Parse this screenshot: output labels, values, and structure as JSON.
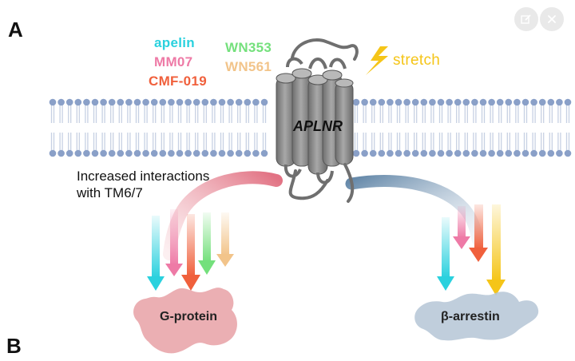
{
  "panels": {
    "a": "A",
    "b": "B"
  },
  "ligands": {
    "apelin": {
      "label": "apelin",
      "color": "#2ad1de"
    },
    "mm07": {
      "label": "MM07",
      "color": "#ee7aa6"
    },
    "cmf019": {
      "label": "CMF-019",
      "color": "#f0603c"
    },
    "wn353": {
      "label": "WN353",
      "color": "#74e07c"
    },
    "wn561": {
      "label": "WN561",
      "color": "#f2c48a"
    },
    "stretch": {
      "label": "stretch",
      "color": "#f5c518"
    }
  },
  "receptor": {
    "label": "APLNR"
  },
  "note": {
    "line1": "Increased interactions",
    "line2": "with TM6/7"
  },
  "effectors": {
    "gprotein": "G-protein",
    "arrestin": "β-arrestin"
  },
  "colors": {
    "lipid_head": "#8aa0c8",
    "lipid_tail": "#c7d1e3",
    "helix": "#8c8c8c",
    "gprotein_blob": "#e8a1a6",
    "arrestin_blob": "#b5c6d6"
  },
  "icons": [
    "lightning-bolt-icon",
    "edit-image-icon",
    "close-icon"
  ]
}
